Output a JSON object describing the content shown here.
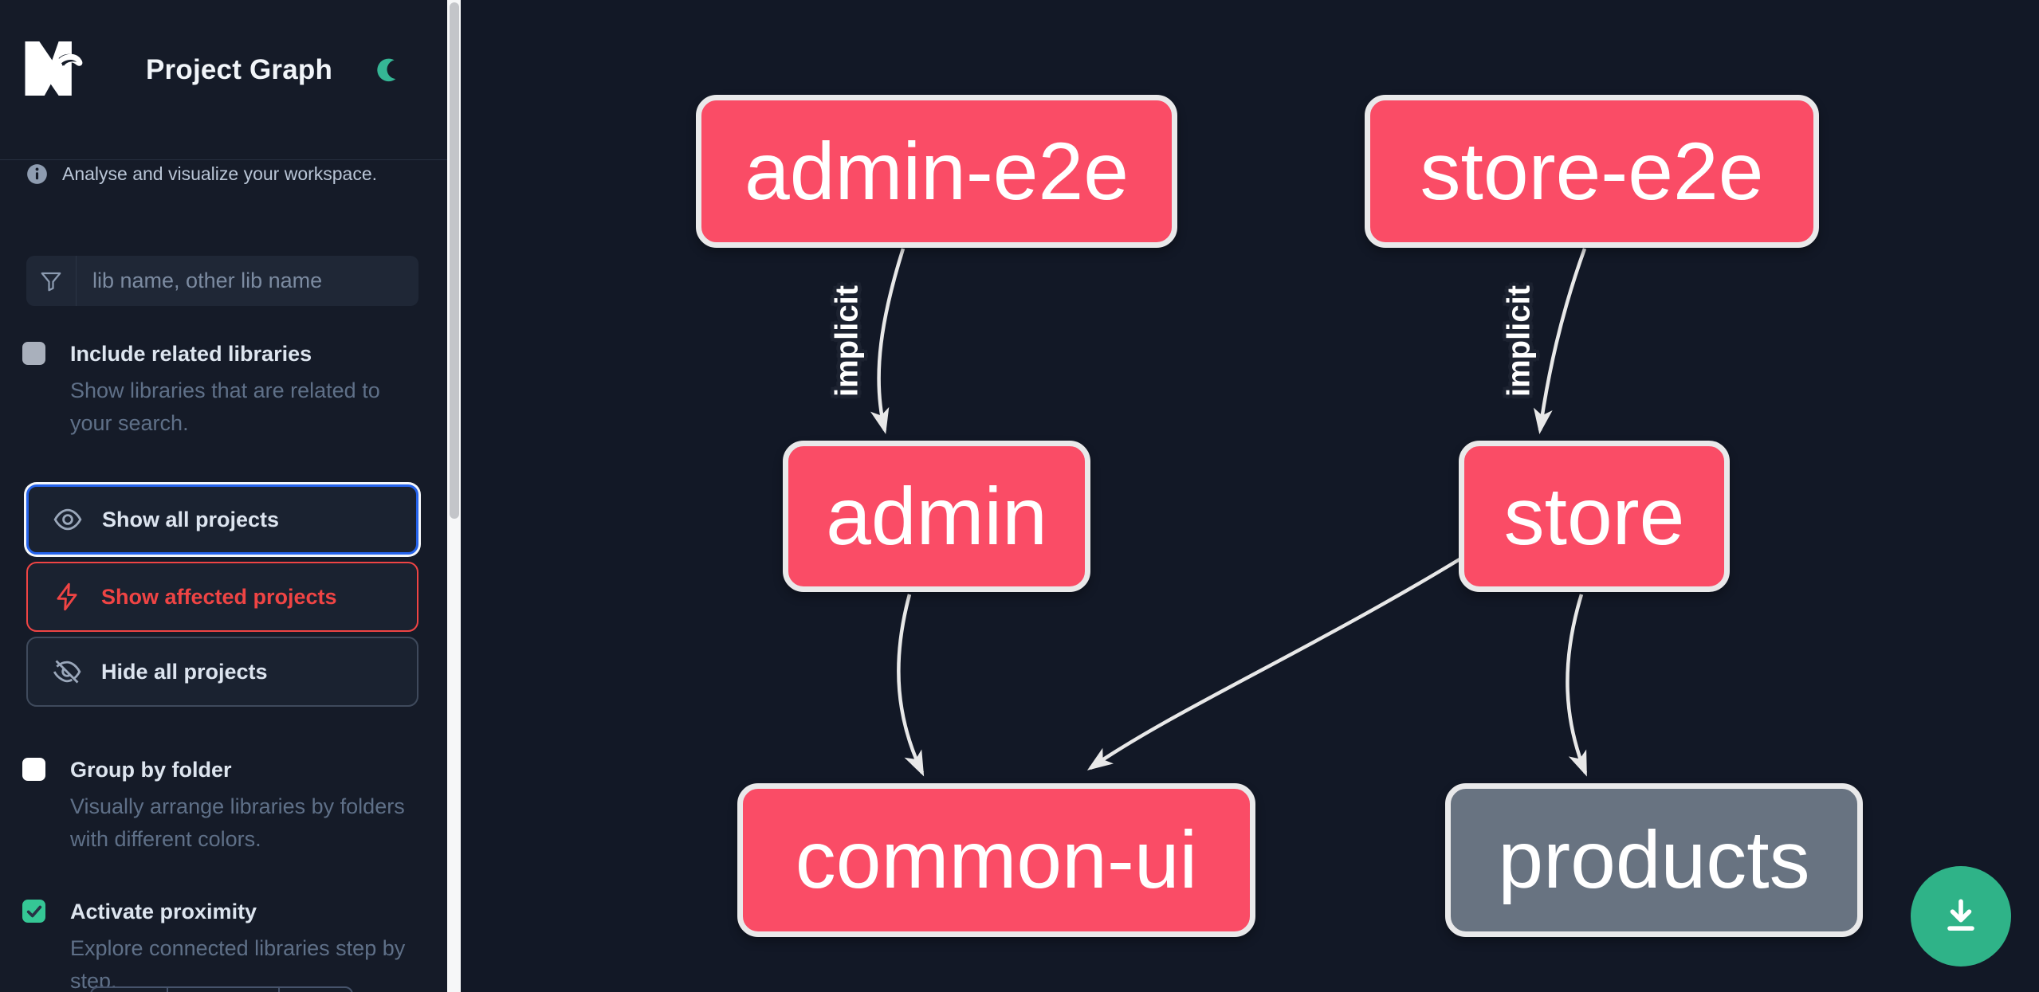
{
  "header": {
    "title": "Project Graph",
    "logo": "nx-logo",
    "theme_icon": "moon-icon",
    "accent_green": "#2fb388"
  },
  "sidebar": {
    "tagline": "Analyse and visualize your workspace.",
    "search": {
      "placeholder": "lib name, other lib name",
      "icon": "funnel-icon",
      "value": ""
    },
    "checkboxes": [
      {
        "label": "Include related libraries",
        "description": "Show libraries that are related to your search.",
        "checked": false,
        "disabled": true
      },
      {
        "label": "Group by folder",
        "description": "Visually arrange libraries by folders with different colors.",
        "checked": false
      },
      {
        "label": "Activate proximity",
        "description": "Explore connected libraries step by step.",
        "checked": true
      }
    ],
    "buttons": [
      {
        "label": "Show all projects",
        "icon": "eye-icon",
        "state": "focused",
        "focus_color": "#2563eb"
      },
      {
        "label": "Show affected projects",
        "icon": "bolt-icon",
        "state": "affected",
        "color": "#ef4444"
      },
      {
        "label": "Hide all projects",
        "icon": "eye-off-icon",
        "state": "default"
      }
    ]
  },
  "graph": {
    "nodes": [
      {
        "id": "admin-e2e",
        "label": "admin-e2e",
        "color": "#fa4c66"
      },
      {
        "id": "store-e2e",
        "label": "store-e2e",
        "color": "#fa4c66"
      },
      {
        "id": "admin",
        "label": "admin",
        "color": "#fa4c66"
      },
      {
        "id": "store",
        "label": "store",
        "color": "#fa4c66"
      },
      {
        "id": "common-ui",
        "label": "common-ui",
        "color": "#fa4c66"
      },
      {
        "id": "products",
        "label": "products",
        "color": "#687381"
      }
    ],
    "edges": [
      {
        "from": "admin-e2e",
        "to": "admin",
        "label": "implicit"
      },
      {
        "from": "store-e2e",
        "to": "store",
        "label": "implicit"
      },
      {
        "from": "admin",
        "to": "common-ui",
        "label": ""
      },
      {
        "from": "store",
        "to": "common-ui",
        "label": ""
      },
      {
        "from": "store",
        "to": "products",
        "label": ""
      }
    ],
    "edge_color": "#e8e8e8"
  },
  "fab": {
    "icon": "download-icon",
    "color": "#2fb388"
  }
}
